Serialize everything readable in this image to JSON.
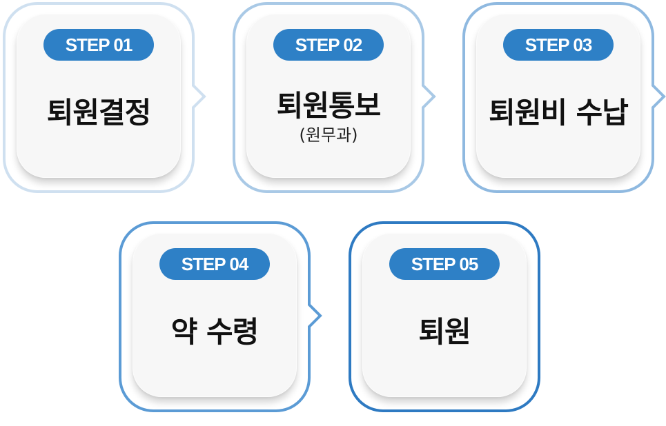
{
  "colors": {
    "badge": "#2e80c6",
    "card": "#f7f7f7",
    "outline_step1": "#cfe0f0",
    "outline_step2": "#a9c9e6",
    "outline_step3": "#8fb9e0",
    "outline_step4": "#5b9bd5",
    "outline_step5": "#2e7ac2"
  },
  "steps": [
    {
      "badge": "STEP 01",
      "title": "퇴원결정",
      "subtitle": "",
      "has_arrow": true
    },
    {
      "badge": "STEP 02",
      "title": "퇴원통보",
      "subtitle": "(원무과)",
      "has_arrow": true
    },
    {
      "badge": "STEP 03",
      "title": "퇴원비 수납",
      "subtitle": "",
      "has_arrow": true
    },
    {
      "badge": "STEP 04",
      "title": "약 수령",
      "subtitle": "",
      "has_arrow": true
    },
    {
      "badge": "STEP 05",
      "title": "퇴원",
      "subtitle": "",
      "has_arrow": false
    }
  ]
}
